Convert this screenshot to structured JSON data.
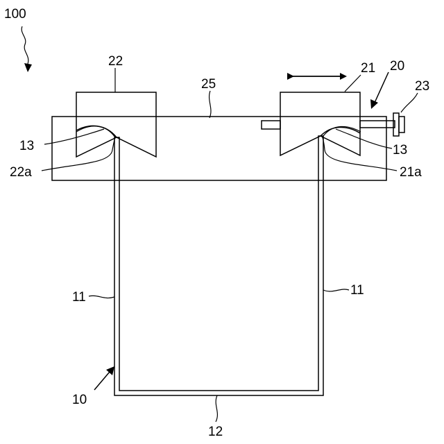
{
  "labels": {
    "assembly": "100",
    "container": "10",
    "side_wall_left": "11",
    "side_wall_right": "11",
    "bottom": "12",
    "flange_left": "13",
    "flange_right": "13",
    "clamp_unit": "20",
    "movable_clamp": "21",
    "movable_clamp_face": "21a",
    "fixed_clamp": "22",
    "fixed_clamp_face": "22a",
    "screw": "23",
    "base_plate": "25"
  },
  "colors": {
    "line": "#000000",
    "background": "#ffffff"
  }
}
